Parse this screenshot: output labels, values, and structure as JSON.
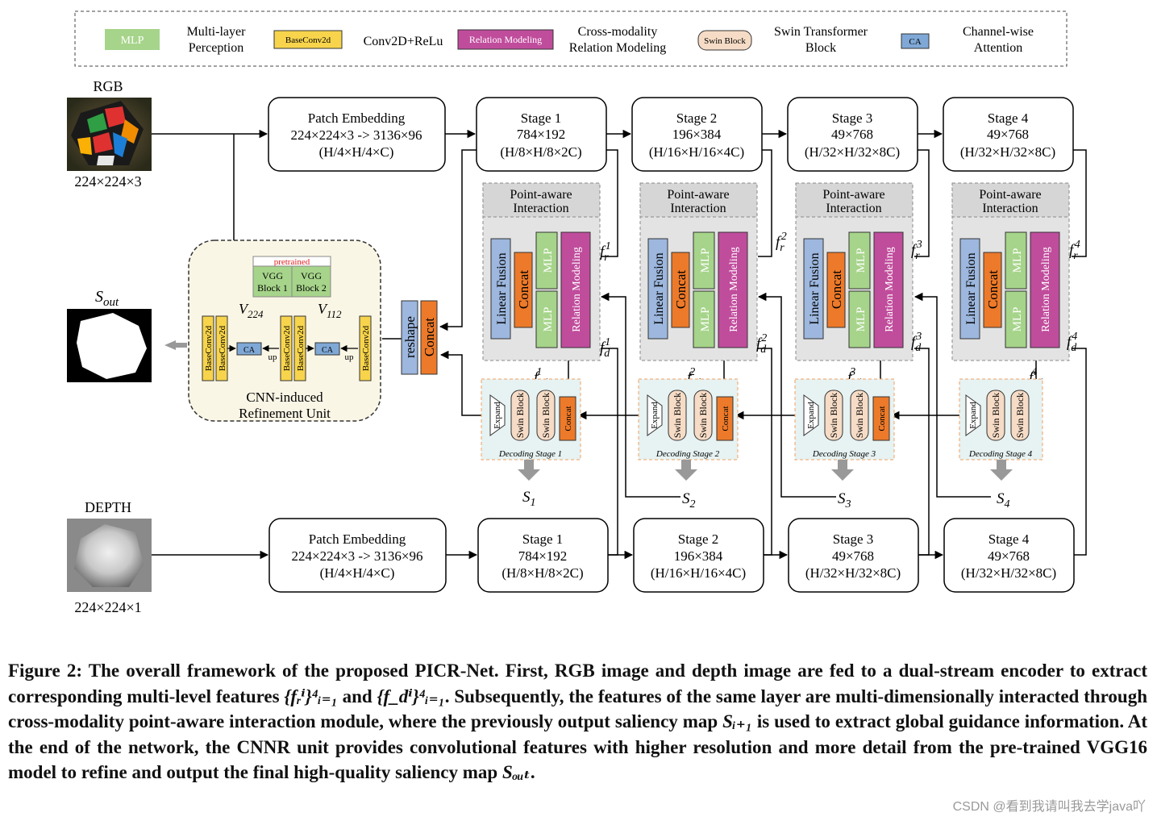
{
  "legend": {
    "mlp_box": "MLP",
    "mlp_desc": [
      "Multi-layer",
      "Perception"
    ],
    "baseconv_box": "BaseConv2d",
    "baseconv_desc": "Conv2D+ReLu",
    "relation_box": "Relation Modeling",
    "relation_desc": [
      "Cross-modality",
      "Relation Modeling"
    ],
    "swin_box": "Swin Block",
    "swin_desc": [
      "Swin Transformer",
      "Block"
    ],
    "ca_box": "CA",
    "ca_desc": [
      "Channel-wise",
      "Attention"
    ]
  },
  "rgb": {
    "title": "RGB",
    "size": "224×224×3"
  },
  "depth": {
    "title": "DEPTH",
    "size": "224×224×1"
  },
  "patch_embedding": {
    "title": "Patch Embedding",
    "dims": "224×224×3 -> 3136×96",
    "shape": "(H/4×H/4×C)"
  },
  "stages": [
    {
      "title": "Stage 1",
      "dims": "784×192",
      "shape": "(H/8×H/8×2C)"
    },
    {
      "title": "Stage 2",
      "dims": "196×384",
      "shape": "(H/16×H/16×4C)"
    },
    {
      "title": "Stage 3",
      "dims": "49×768",
      "shape": "(H/32×H/32×8C)"
    },
    {
      "title": "Stage 4",
      "dims": "49×768",
      "shape": "(H/32×H/32×8C)"
    }
  ],
  "pai": {
    "title": [
      "Point-aware",
      "Interaction"
    ],
    "linear_fusion": "Linear Fusion",
    "concat": "Concat",
    "mlp": "MLP",
    "relation_modeling": "Relation Modeling"
  },
  "decoder": {
    "expand": "Expand",
    "swin": "Swin Block",
    "concat": "Concat",
    "stage_labels": [
      "Decoding Stage 1",
      "Decoding Stage 2",
      "Decoding Stage 3",
      "Decoding Stage 4"
    ],
    "outputs": [
      "S",
      "S",
      "S",
      "S"
    ],
    "output_subs": [
      "1",
      "2",
      "3",
      "4"
    ]
  },
  "features": {
    "fr_symbol": "f",
    "fr_sub": "r",
    "fd_sub": "d",
    "frd_sub": "rd",
    "indices": [
      "1",
      "2",
      "3",
      "4"
    ]
  },
  "cnnr": {
    "pretrained": "pretrained",
    "vgg1": [
      "VGG",
      "Block 1"
    ],
    "vgg2": [
      "VGG",
      "Block 2"
    ],
    "v224": "V",
    "v224_sub": "224",
    "v112": "V",
    "v112_sub": "112",
    "baseconv": "BaseConv2d",
    "ca": "CA",
    "up": "up",
    "title": [
      "CNN-induced",
      "Refinement Unit"
    ]
  },
  "reshape": "reshape",
  "concat_main": "Concat",
  "s_out": {
    "symbol": "S",
    "sub": "out"
  },
  "caption": {
    "p1": "Figure 2: The overall framework of the proposed PICR-Net. First, RGB image and depth image are fed to a dual-stream encoder to extract corresponding multi-level features ",
    "set_r": "{fᵣⁱ}⁴ᵢ₌₁",
    "and": " and ",
    "set_d": "{f_dⁱ}⁴ᵢ₌₁",
    "p2": ". Subsequently, the features of the same layer are multi-dimensionally interacted through cross-modality point-aware interaction module, where the previously output saliency map ",
    "s_next": "Sᵢ₊₁",
    "p3": " is used to extract global guidance information. At the end of the network, the CNNR unit provides convolutional features with higher resolution and more detail from the pre-trained VGG16 model to refine and output the final high-quality saliency map ",
    "s_out": "Sₒᵤₜ",
    "p4": "."
  },
  "watermark": "CSDN @看到我请叫我去学java吖",
  "colors": {
    "mlp": "#a6d48a",
    "baseconv": "#f7d44c",
    "relation": "#c04c9c",
    "swin": "#f6dcc6",
    "ca": "#7fa8d6",
    "linear_fusion": "#9db7de",
    "concat": "#ec7a2a",
    "pai_bg": "#e3e3e3",
    "dec_bg": "#e7f2f2",
    "cnnr_bg": "#faf6e6"
  }
}
